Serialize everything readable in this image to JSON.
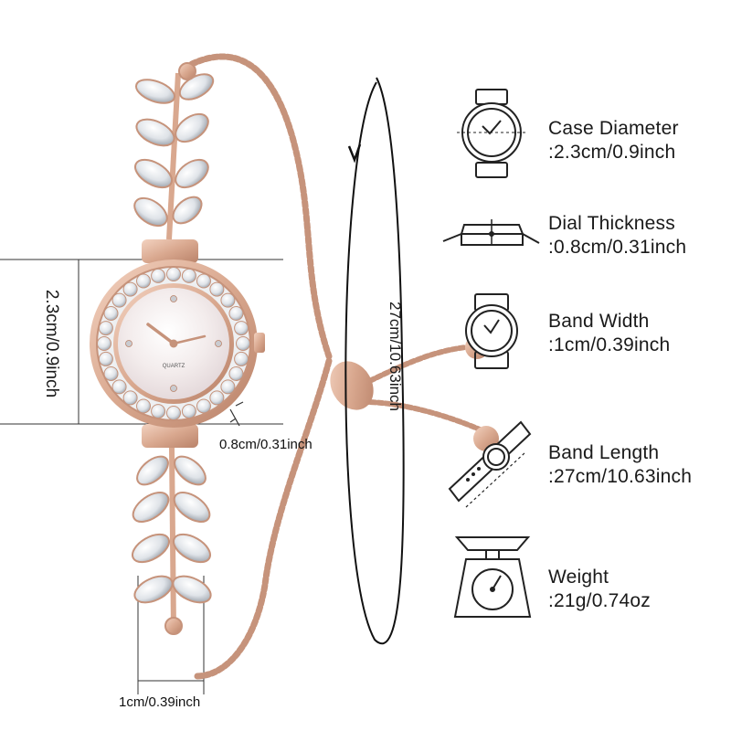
{
  "specs": [
    {
      "label": "Case Diameter",
      "value": ":2.3cm/0.9inch",
      "icon": "watch-face-icon"
    },
    {
      "label": "Dial Thickness",
      "value": ":0.8cm/0.31inch",
      "icon": "watch-side-icon"
    },
    {
      "label": "Band Width",
      "value": ":1cm/0.39inch",
      "icon": "watch-band-width-icon"
    },
    {
      "label": "Band Length",
      "value": ":27cm/10.63inch",
      "icon": "watch-band-length-icon"
    },
    {
      "label": "Weight",
      "value": ":21g/0.74oz",
      "icon": "scale-icon"
    }
  ],
  "dimensions": {
    "case_diameter": "2.3cm/0.9inch",
    "thickness": "0.8cm/0.31inch",
    "band_length": "27cm/10.63inch",
    "band_width": "1cm/0.39inch"
  },
  "dial_text": "QUARTZ",
  "colors": {
    "rose_gold": "#d9a88f",
    "line": "#222222",
    "crystal": "#eef0f2"
  }
}
